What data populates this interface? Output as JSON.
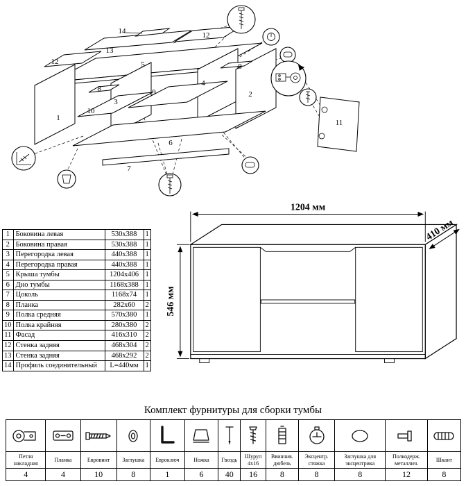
{
  "dimensions": {
    "width": "1204 мм",
    "depth": "410 мм",
    "height": "546 мм"
  },
  "parts": [
    {
      "num": "1",
      "name": "Боковина левая",
      "size": "530x388",
      "qty": "1"
    },
    {
      "num": "2",
      "name": "Боковина правая",
      "size": "530x388",
      "qty": "1"
    },
    {
      "num": "3",
      "name": "Перегородка левая",
      "size": "440x388",
      "qty": "1"
    },
    {
      "num": "4",
      "name": "Перегородка правая",
      "size": "440x388",
      "qty": "1"
    },
    {
      "num": "5",
      "name": "Крыша тумбы",
      "size": "1204x406",
      "qty": "1"
    },
    {
      "num": "6",
      "name": "Дно тумбы",
      "size": "1168x388",
      "qty": "1"
    },
    {
      "num": "7",
      "name": "Цоколь",
      "size": "1168x74",
      "qty": "1"
    },
    {
      "num": "8",
      "name": "Планка",
      "size": "282x60",
      "qty": "2"
    },
    {
      "num": "9",
      "name": "Полка средняя",
      "size": "570x380",
      "qty": "1"
    },
    {
      "num": "10",
      "name": "Полка крайняя",
      "size": "280x380",
      "qty": "2"
    },
    {
      "num": "11",
      "name": "Фасад",
      "size": "416x310",
      "qty": "2"
    },
    {
      "num": "12",
      "name": "Стенка задняя",
      "size": "468x304",
      "qty": "2"
    },
    {
      "num": "13",
      "name": "Стенка задняя",
      "size": "468x292",
      "qty": "2"
    },
    {
      "num": "14",
      "name": "Профиль соединительный",
      "size": "L=440мм",
      "qty": "1"
    }
  ],
  "diagram": {
    "labels": {
      "n1": "1",
      "n2": "2",
      "n3": "3",
      "n4": "4",
      "n5": "5",
      "n6": "6",
      "n7": "7",
      "n8a": "8",
      "n8b": "8",
      "n9": "9",
      "n10": "10",
      "n11": "11",
      "n12a": "12",
      "n12b": "12",
      "n13": "13",
      "n14": "14"
    }
  },
  "hardware": {
    "title": "Комплект фурнитуры для сборки тумбы",
    "items": [
      {
        "name": "Петля накладная",
        "qty": "4",
        "icon": "hinge-icon"
      },
      {
        "name": "Планка",
        "qty": "4",
        "icon": "mounting-plate-icon"
      },
      {
        "name": "Евровинт",
        "qty": "10",
        "icon": "euro-screw-icon"
      },
      {
        "name": "Заглушка",
        "qty": "8",
        "icon": "cap-icon"
      },
      {
        "name": "Евроключ",
        "qty": "1",
        "icon": "hex-key-icon"
      },
      {
        "name": "Ножка",
        "qty": "6",
        "icon": "leg-icon"
      },
      {
        "name": "Гвоздь",
        "qty": "40",
        "icon": "nail-icon"
      },
      {
        "name": "Шуруп 4х16",
        "qty": "16",
        "icon": "screw-icon"
      },
      {
        "name": "Ввинчив. дюбель",
        "qty": "8",
        "icon": "dowel-insert-icon"
      },
      {
        "name": "Эксцентр. стяжка",
        "qty": "8",
        "icon": "cam-lock-icon"
      },
      {
        "name": "Заглушка для эксцентрика",
        "qty": "8",
        "icon": "cam-cap-icon"
      },
      {
        "name": "Полкодерж. металлич.",
        "qty": "12",
        "icon": "shelf-support-icon"
      },
      {
        "name": "Шкант",
        "qty": "8",
        "icon": "wooden-dowel-icon"
      }
    ]
  }
}
